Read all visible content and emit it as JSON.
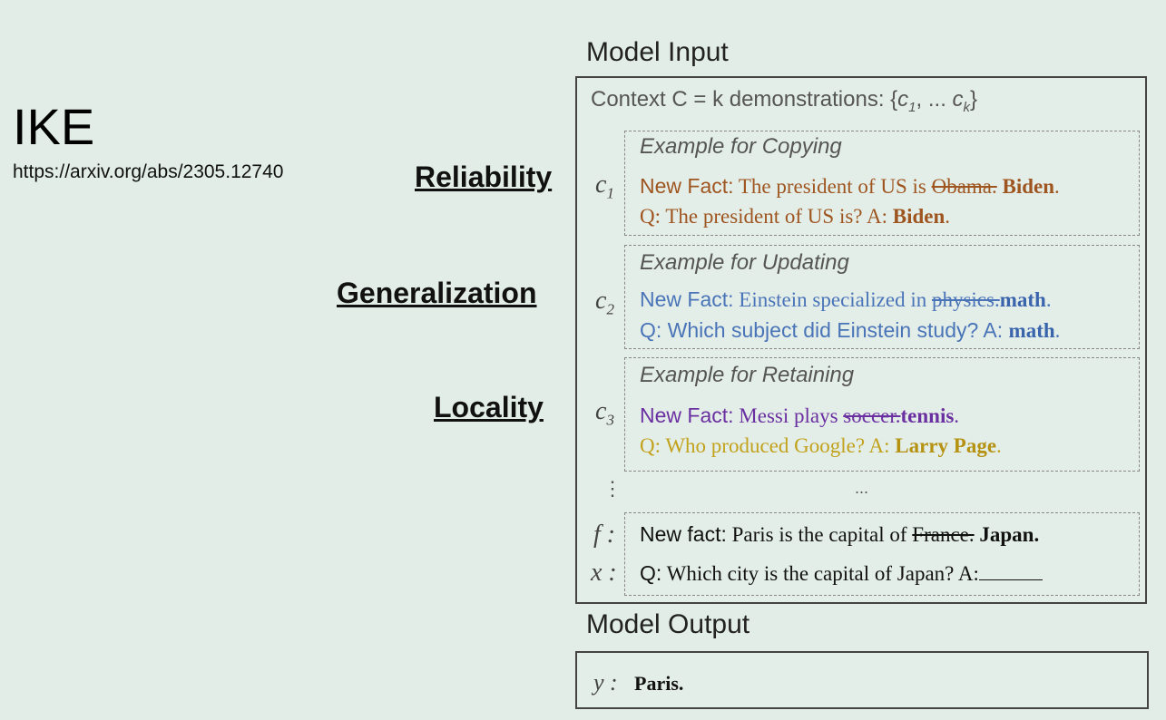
{
  "title": "IKE",
  "url": "https://arxiv.org/abs/2305.12740",
  "metrics": {
    "reliability": "Reliability",
    "generalization": "Generalization",
    "locality": "Locality"
  },
  "model_input": {
    "heading": "Model Input",
    "context_prefix": "Context C = k demonstrations: {",
    "context_c": "c",
    "context_sub1": "1",
    "context_mid": ", ... ",
    "context_c2": "c",
    "context_subk": "k",
    "context_suffix": "}",
    "examples": [
      {
        "marker": "c",
        "marker_sub": "1",
        "title": "Example for Copying",
        "fact_label": "New Fact:",
        "fact_text": " The president of US is ",
        "fact_old": "Obama.",
        "fact_new": " Biden",
        "fact_end": ".",
        "q_text": "Q: The president of  US is? A: ",
        "q_answer": "Biden",
        "q_end": "."
      },
      {
        "marker": "c",
        "marker_sub": "2",
        "title": "Example for Updating",
        "fact_label": "New Fact:",
        "fact_text": " Einstein specialized in ",
        "fact_old": "physics.",
        "fact_new": "math",
        "fact_end": ".",
        "q_text": "Q: Which subject did Einstein study? A: ",
        "q_answer": "math",
        "q_end": "."
      },
      {
        "marker": "c",
        "marker_sub": "3",
        "title": "Example for Retaining",
        "fact_label": "New Fact:",
        "fact_text": " Messi plays ",
        "fact_old": "soccer.",
        "fact_new": "tennis",
        "fact_end": ".",
        "q_text": "Q: Who produced Google? A: ",
        "q_answer": "Larry Page",
        "q_end": "."
      }
    ],
    "vdots": "⋮",
    "ellipsis": "...",
    "f_marker": "f :",
    "f_label": "New fact:",
    "f_text": " Paris is the capital of ",
    "f_old": "France.",
    "f_new": " Japan.",
    "x_marker": "x :",
    "x_label": "Q:",
    "x_text": " Which city is the capital of Japan? A:"
  },
  "model_output": {
    "heading": "Model Output",
    "y_marker": "y :",
    "y_value": "Paris."
  },
  "colors": {
    "background": "#e1ede6",
    "copying": "#9e5520",
    "updating": "#4a74b8",
    "retaining_fact": "#6a2fa0",
    "retaining_q": "#c2a21c"
  }
}
